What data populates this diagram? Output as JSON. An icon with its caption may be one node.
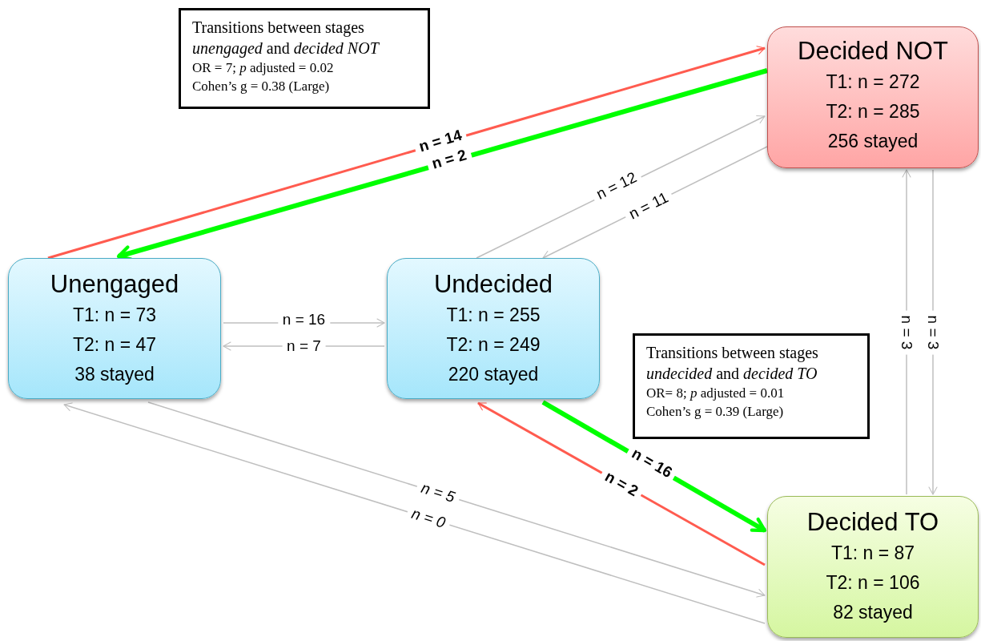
{
  "diagram": {
    "nodes": [
      {
        "text": [
          "Transitions between stages *unengaged* and *decided NOT*",
          "OR = 7; *p* adjusted = 0.02",
          "Cohen’s g = 0.38 (Large)"
        ]
      },
      {
        "text": [
          "Decided NOT",
          "T1: n = 272",
          "T2: n = 285",
          "256 stayed"
        ]
      },
      {
        "text": [
          "Unengaged",
          "T1: n = 73",
          "T2: n = 47",
          "38 stayed"
        ]
      },
      {
        "text": [
          "Undecided",
          "T1: n = 255",
          "T2: n = 249",
          "220 stayed"
        ]
      },
      {
        "text": [
          "Transitions between stages *undecided* and *decided TO*",
          "OR= 8; *p* adjusted = 0.01",
          "Cohen’s g = 0.39 (Large)"
        ]
      },
      {
        "text": [
          "Decided TO",
          "T1: n = 87",
          "T2: n = 106",
          "82 stayed"
        ]
      }
    ],
    "edges": [
      {
        "from": 2,
        "to": 1,
        "arrow": "to",
        "label": "n = 14",
        "color": "#ff5b4f"
      },
      {
        "from": 1,
        "to": 2,
        "arrow": "to",
        "label": "n = 2",
        "style": "thick",
        "color": "#00ff00"
      },
      {
        "from": 3,
        "to": 1,
        "arrow": "to",
        "label": "n = 12"
      },
      {
        "from": 1,
        "to": 3,
        "arrow": "to",
        "label": "n = 11"
      },
      {
        "from": 2,
        "to": 3,
        "arrow": "to",
        "label": "n = 16"
      },
      {
        "from": 3,
        "to": 2,
        "arrow": "to",
        "label": "n = 7"
      },
      {
        "from": 3,
        "to": 5,
        "arrow": "to",
        "label": "n = 16",
        "style": "thick",
        "color": "#00ff00"
      },
      {
        "from": 5,
        "to": 3,
        "arrow": "to",
        "label": "n = 2",
        "color": "#ff5b4f"
      },
      {
        "from": 2,
        "to": 5,
        "arrow": "to",
        "label": "n = 5"
      },
      {
        "from": 5,
        "to": 2,
        "arrow": "to",
        "label": "n = 0"
      },
      {
        "from": 5,
        "to": 1,
        "arrow": "to",
        "label": "n = 3"
      },
      {
        "from": 1,
        "to": 5,
        "arrow": "to",
        "label": "n = 3"
      }
    ]
  }
}
